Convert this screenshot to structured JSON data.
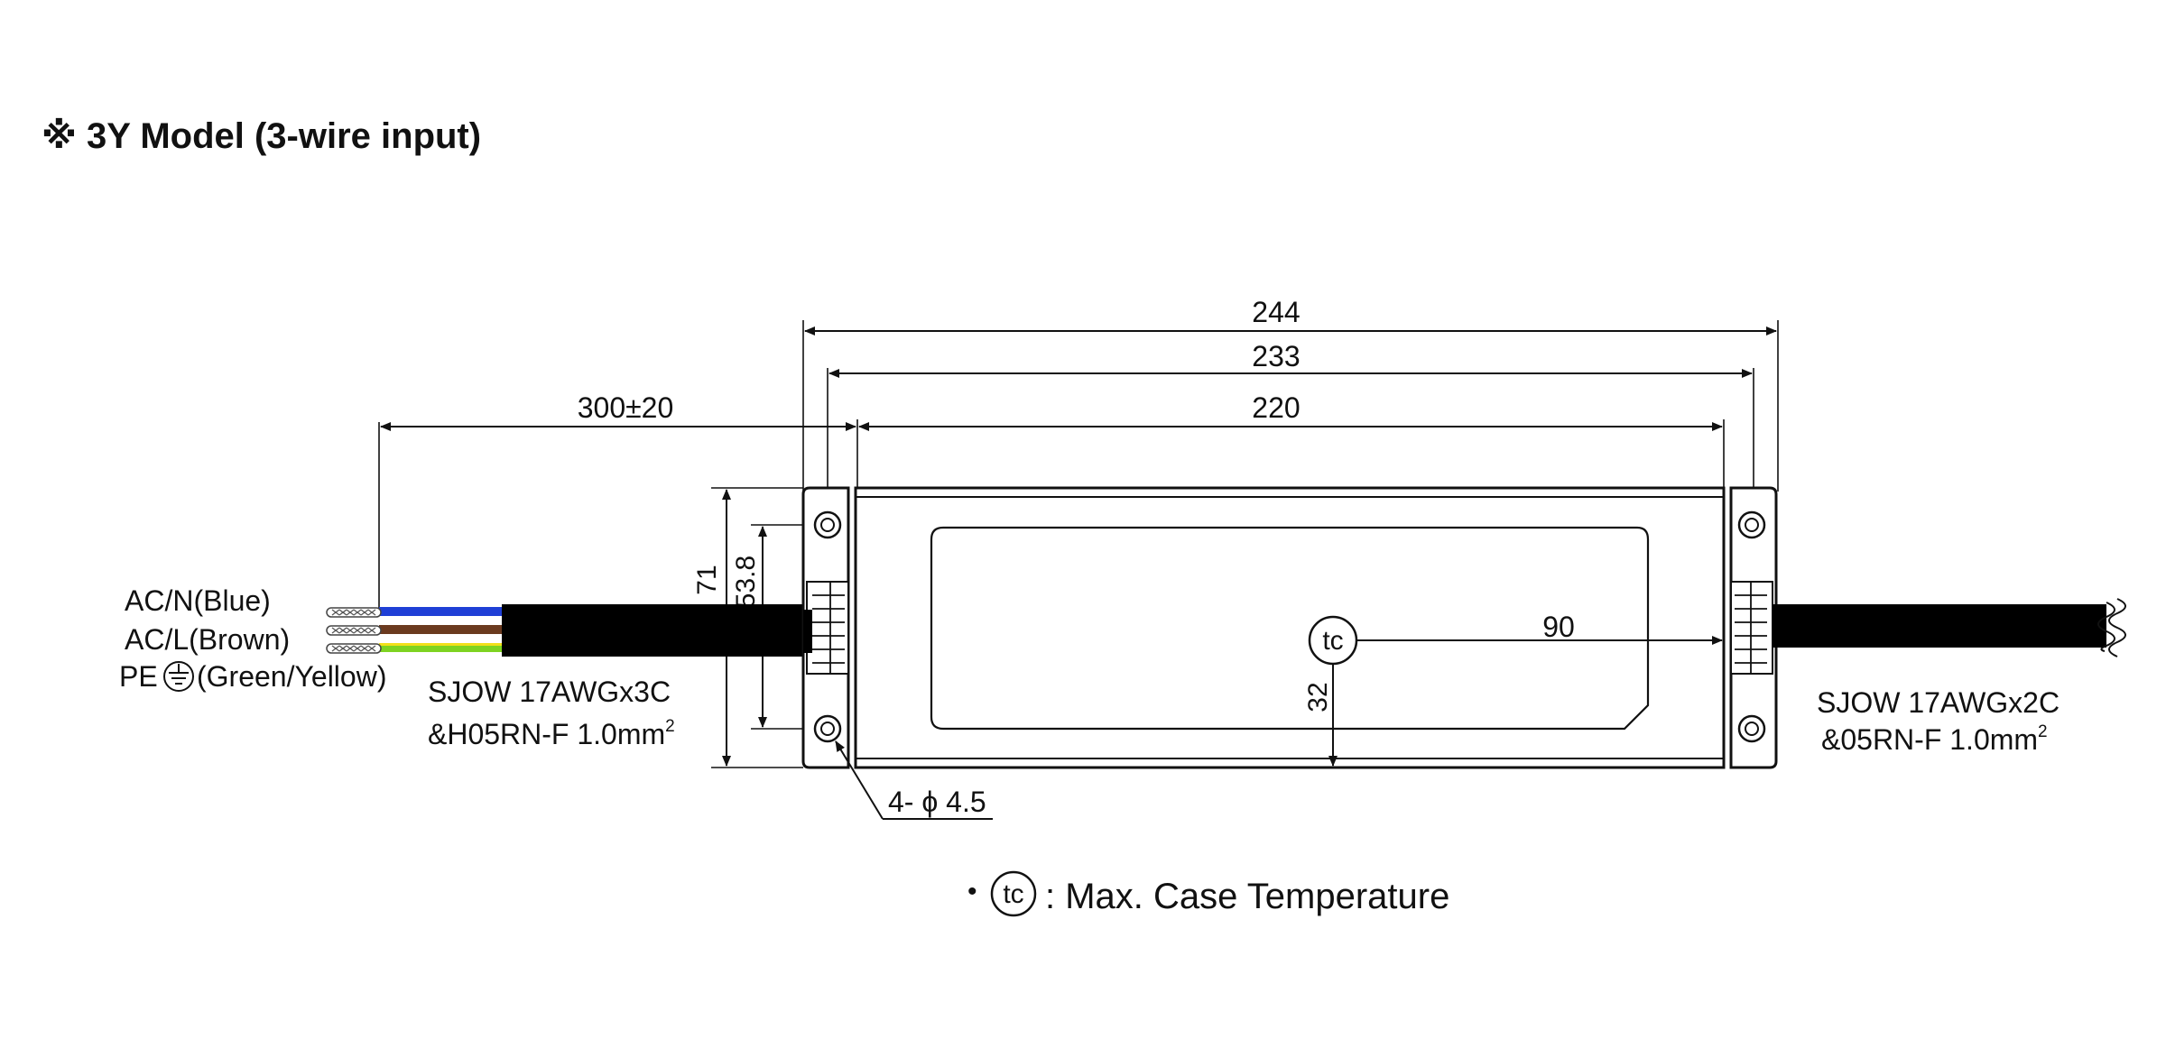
{
  "title": "※ 3Y Model (3-wire input)",
  "dimensions": {
    "overall_length": "244",
    "hole_pitch": "233",
    "case_length": "220",
    "input_cable_length": "300±20",
    "width": "71",
    "hole_spacing": "53.8",
    "tc_position_x": "90",
    "tc_position_y": "32",
    "mounting_holes": "4- ϕ 4.5"
  },
  "input_wires": [
    {
      "label": "AC/N(Blue)",
      "color": "#1f3fd6"
    },
    {
      "label": "AC/L(Brown)",
      "color": "#6b3a1f"
    },
    {
      "label": "PE",
      "label_suffix": "(Green/Yellow)",
      "color": "#7ed321",
      "secondary_color": "#f2e01a"
    }
  ],
  "input_cable": {
    "line1": "SJOW 17AWGx3C",
    "line2": "&H05RN-F 1.0mm",
    "sup": "2"
  },
  "output_cable": {
    "line1": "SJOW 17AWGx2C",
    "line2": "&05RN-F 1.0mm",
    "sup": "2"
  },
  "tc_symbol": "tc",
  "legend": {
    "bullet": "•",
    "symbol": "tc",
    "text": ": Max. Case Temperature"
  },
  "colors": {
    "cable": "#000000",
    "line": "#111111",
    "background": "#ffffff"
  }
}
